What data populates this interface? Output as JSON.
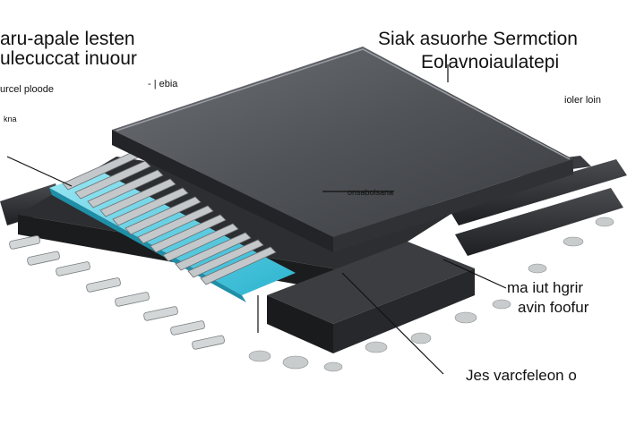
{
  "labels": {
    "top_left_line1": "aru-apale lesten",
    "top_left_line2": "ulecuccat inuour",
    "left_small": "urcel ploode",
    "left_tiny": "kna",
    "top_small": "- | ebia",
    "top_right_line1": "Siak asuorhe Sermction",
    "top_right_line2": "Eolavnoiaulatepi",
    "right_small": "ioler loin",
    "center_tiny": "onsabolsana",
    "right_mid_line1": "ma iut hgrir",
    "right_mid_line2": "avin foofur",
    "bottom_right": "Jes varcfeleon o"
  },
  "colors": {
    "lid": "#505357",
    "frame": "#2c2e31",
    "cyan_layer": "#3fc8e0",
    "pins": "#b9bdbf"
  }
}
